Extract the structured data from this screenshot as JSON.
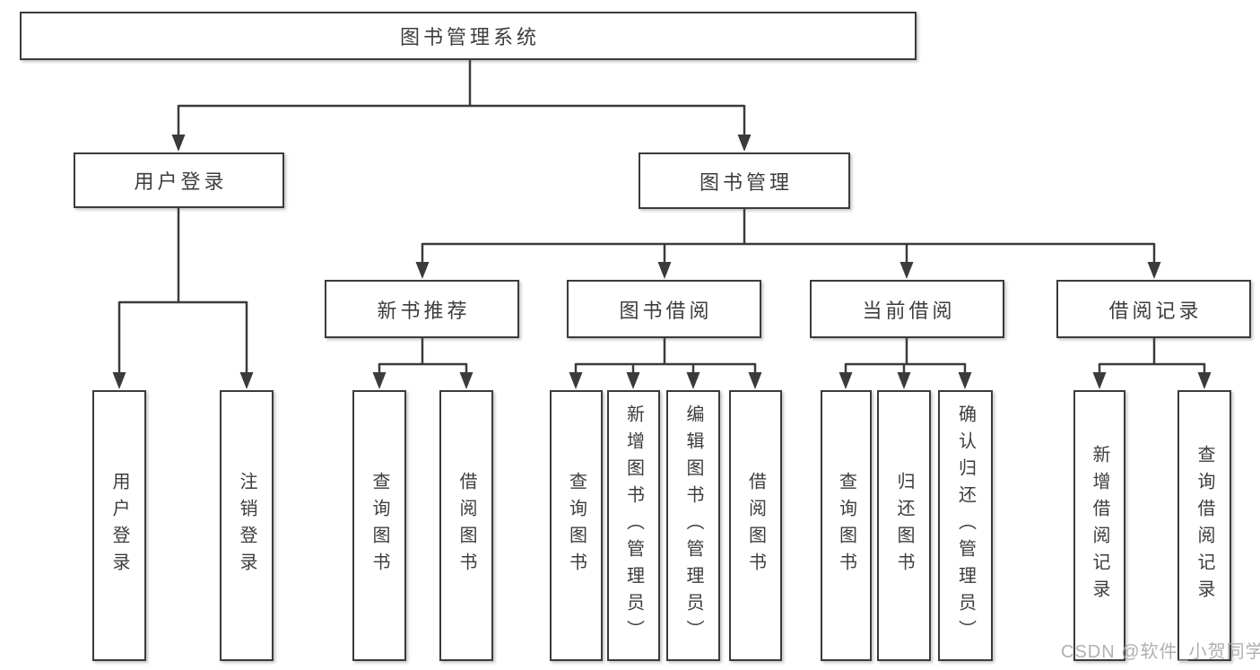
{
  "tree": {
    "root": {
      "label": "图书管理系统"
    },
    "branches": [
      {
        "label": "用户登录",
        "children": [
          {
            "label": "用户登录"
          },
          {
            "label": "注销登录"
          }
        ]
      },
      {
        "label": "图书管理",
        "sections": [
          {
            "label": "新书推荐",
            "children": [
              {
                "label": "查询图书"
              },
              {
                "label": "借阅图书"
              }
            ]
          },
          {
            "label": "图书借阅",
            "children": [
              {
                "label": "查询图书"
              },
              {
                "label": "新增图书（管理员）"
              },
              {
                "label": "编辑图书（管理员）"
              },
              {
                "label": "借阅图书"
              }
            ]
          },
          {
            "label": "当前借阅",
            "children": [
              {
                "label": "查询图书"
              },
              {
                "label": "归还图书"
              },
              {
                "label": "确认归还（管理员）"
              }
            ]
          },
          {
            "label": "借阅记录",
            "children": [
              {
                "label": "新增借阅记录"
              },
              {
                "label": "查询借阅记录"
              }
            ]
          }
        ]
      }
    ]
  },
  "watermark": {
    "text": "CSDN @软件_小贺同学"
  },
  "colors": {
    "line": "#3b3b3b",
    "text": "#3d3d3d",
    "box_background": "#ffffff",
    "watermark": "#a8a8a8"
  }
}
